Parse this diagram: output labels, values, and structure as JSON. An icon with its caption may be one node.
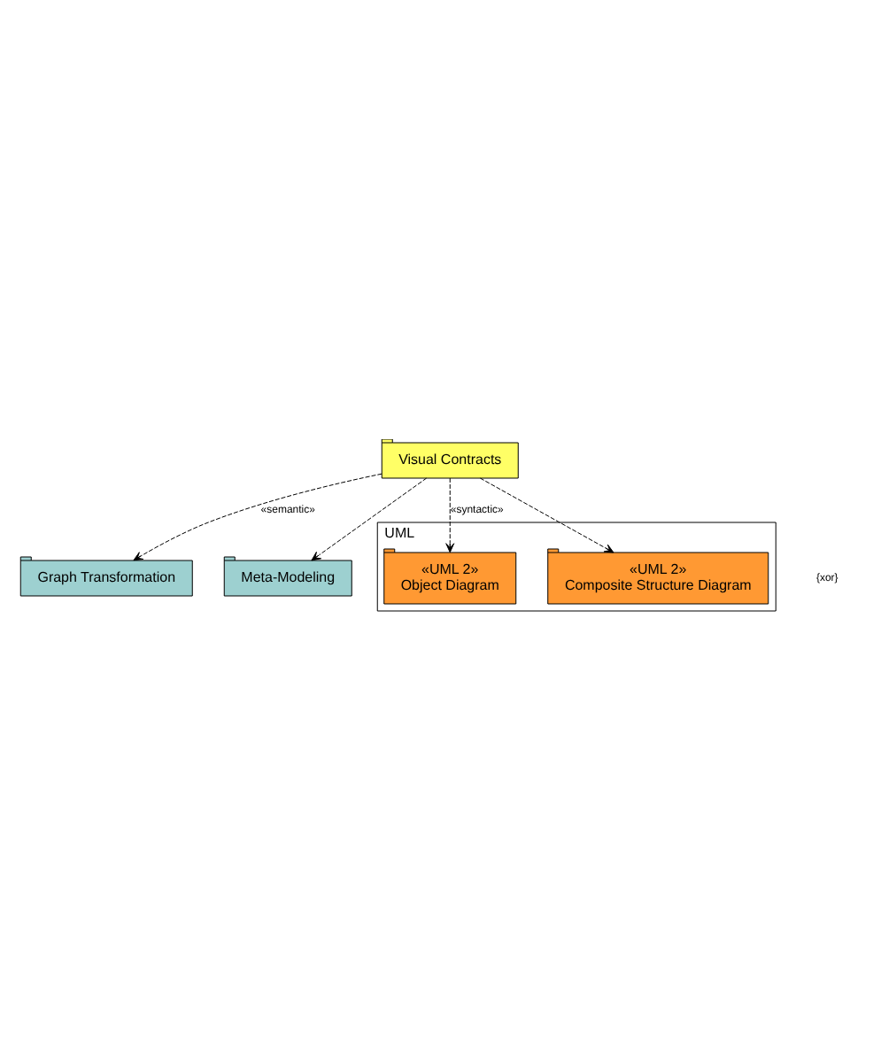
{
  "diagram": {
    "nodes": [
      {
        "text": [
          "Graph Transformation"
        ]
      },
      {
        "text": [
          "Meta-Modeling"
        ]
      },
      {
        "text": [
          "Visual Contracts"
        ]
      },
      {
        "text": [
          "UML"
        ]
      },
      {
        "text": [
          "«UML 2»",
          "Object Diagram"
        ],
        "in": 3
      },
      {
        "text": [
          "«UML 2»",
          "Composite Structure Diagram"
        ],
        "in": 3
      }
    ],
    "edges": [
      {
        "from": 2,
        "to": 0,
        "arrow": "to",
        "style": "dashed",
        "label": "«semantic»"
      },
      {
        "from": 2,
        "to": 1,
        "arrow": "to",
        "style": "dashed"
      },
      {
        "from": 2,
        "to": 4,
        "arrow": "to",
        "style": "dashed",
        "label": "«syntactic»"
      },
      {
        "from": 2,
        "to": 5,
        "arrow": "to",
        "style": "dashed"
      }
    ],
    "labels": [
      "{xor}"
    ]
  }
}
